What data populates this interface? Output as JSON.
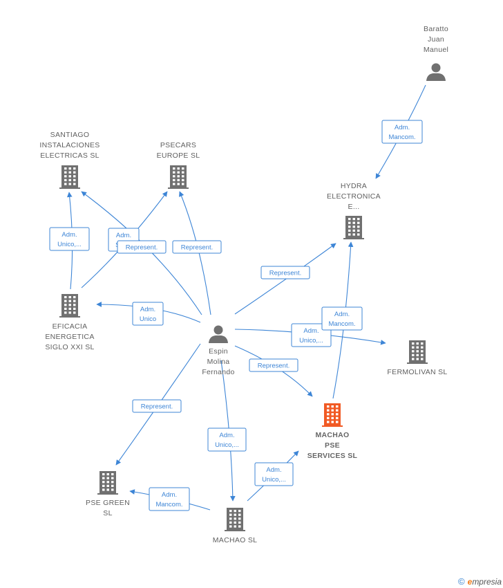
{
  "colors": {
    "edge": "#3d85d6",
    "company": "#707070",
    "focus": "#f15a24",
    "person": "#707070"
  },
  "nodes": [
    {
      "id": "baratto",
      "type": "person",
      "lines": [
        "Baratto",
        "Juan",
        "Manuel"
      ]
    },
    {
      "id": "santiago",
      "type": "company",
      "lines": [
        "SANTIAGO",
        "INSTALACIONES",
        "ELECTRICAS SL"
      ]
    },
    {
      "id": "psecars",
      "type": "company",
      "lines": [
        "PSECARS",
        "EUROPE  SL"
      ]
    },
    {
      "id": "hydra",
      "type": "company",
      "lines": [
        "HYDRA",
        "ELECTRONICA",
        "E..."
      ]
    },
    {
      "id": "eficacia",
      "type": "company",
      "lines": [
        "EFICACIA",
        "ENERGETICA",
        "SIGLO XXI  SL"
      ]
    },
    {
      "id": "espin",
      "type": "person",
      "lines": [
        "Espin",
        "Molina",
        "Fernando"
      ]
    },
    {
      "id": "fermolivan",
      "type": "company",
      "lines": [
        "FERMOLIVAN SL"
      ]
    },
    {
      "id": "machao_pse",
      "type": "focus",
      "lines": [
        "MACHAO",
        "PSE",
        "SERVICES  SL"
      ]
    },
    {
      "id": "pse_green",
      "type": "company",
      "lines": [
        "PSE GREEN",
        "SL"
      ]
    },
    {
      "id": "machao",
      "type": "company",
      "lines": [
        "MACHAO  SL"
      ]
    }
  ],
  "edges": [
    {
      "id": "e1",
      "lines": [
        "Adm.",
        "Mancom."
      ]
    },
    {
      "id": "e2",
      "lines": [
        "Adm.",
        "Unico,..."
      ]
    },
    {
      "id": "e3",
      "lines": [
        "Adm.",
        "Solid."
      ]
    },
    {
      "id": "e4",
      "lines": [
        "Represent."
      ]
    },
    {
      "id": "e5",
      "lines": [
        "Represent."
      ]
    },
    {
      "id": "e6",
      "lines": [
        "Adm.",
        "Unico"
      ]
    },
    {
      "id": "e7",
      "lines": [
        "Represent."
      ]
    },
    {
      "id": "e8",
      "lines": [
        "Adm.",
        "Unico,..."
      ]
    },
    {
      "id": "e9",
      "lines": [
        "Adm.",
        "Mancom."
      ]
    },
    {
      "id": "e10",
      "lines": [
        "Represent."
      ]
    },
    {
      "id": "e11",
      "lines": [
        "Represent."
      ]
    },
    {
      "id": "e12",
      "lines": [
        "Adm.",
        "Unico,..."
      ]
    },
    {
      "id": "e13",
      "lines": [
        "Adm.",
        "Mancom."
      ]
    },
    {
      "id": "e14",
      "lines": [
        "Adm.",
        "Unico,..."
      ]
    }
  ],
  "watermark": {
    "symbol": "©",
    "brand_initial": "e",
    "brand_rest": "mpresia"
  }
}
